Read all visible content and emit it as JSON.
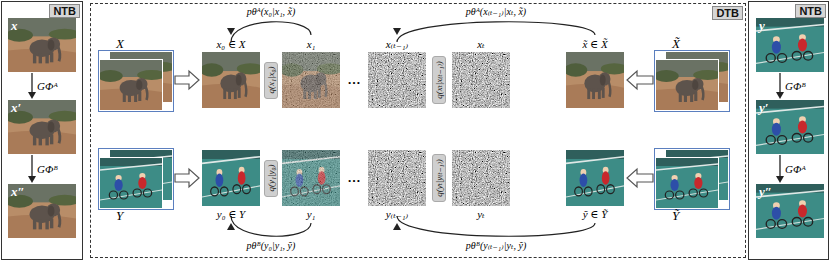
{
  "diagram": {
    "nodes": [
      {
        "text": [
          "NTB"
        ]
      },
      {
        "text": [
          "x"
        ],
        "in": 0
      },
      {
        "text": [
          "x′"
        ],
        "in": 0
      },
      {
        "text": [
          "x″"
        ],
        "in": 0
      },
      {
        "text": [
          "DTB"
        ]
      },
      {
        "text": [
          "X"
        ],
        "in": 4
      },
      {
        "text": [
          "x₀ ∈ X"
        ],
        "in": 4
      },
      {
        "text": [
          "q(x₁|x₀)"
        ],
        "in": 4
      },
      {
        "text": [
          "x₁"
        ],
        "in": 4
      },
      {
        "text": [
          "x₍ₜ₋₁₎"
        ],
        "in": 4
      },
      {
        "text": [
          "q(xₜ|x₍ₜ₋₁₎)"
        ],
        "in": 4
      },
      {
        "text": [
          "xₜ"
        ],
        "in": 4
      },
      {
        "text": [
          "x̃ ∈ X̃"
        ],
        "in": 4
      },
      {
        "text": [
          "X̃"
        ],
        "in": 4
      },
      {
        "text": [
          "Y"
        ],
        "in": 4
      },
      {
        "text": [
          "y₀ ∈ Y"
        ],
        "in": 4
      },
      {
        "text": [
          "q(y₁|y₀)"
        ],
        "in": 4
      },
      {
        "text": [
          "y₁"
        ],
        "in": 4
      },
      {
        "text": [
          "y₍ₜ₋₁₎"
        ],
        "in": 4
      },
      {
        "text": [
          "q(yₜ|y₍ₜ₋₁₎)"
        ],
        "in": 4
      },
      {
        "text": [
          "yₜ"
        ],
        "in": 4
      },
      {
        "text": [
          "ỹ ∈ Ỹ"
        ],
        "in": 4
      },
      {
        "text": [
          "Ỹ"
        ],
        "in": 4
      },
      {
        "text": [
          "NTB"
        ]
      },
      {
        "text": [
          "y"
        ],
        "in": 23
      },
      {
        "text": [
          "y′"
        ],
        "in": 23
      },
      {
        "text": [
          "y″"
        ],
        "in": 23
      }
    ],
    "edges": [
      {
        "from": 1,
        "to": 2,
        "label": "GΦᴬ",
        "arrow": "to"
      },
      {
        "from": 2,
        "to": 3,
        "label": "GΦᴮ",
        "arrow": "to"
      },
      {
        "from": 5,
        "to": 6,
        "arrow": "to"
      },
      {
        "from": 8,
        "to": 6,
        "label": "pθᴬ(x₀|x₁, x̃)",
        "arrow": "to"
      },
      {
        "from": 12,
        "to": 9,
        "label": "pθᴬ(x₍ₜ₋₁₎|xₜ, x̃)",
        "arrow": "to"
      },
      {
        "from": 13,
        "to": 12,
        "arrow": "to"
      },
      {
        "from": 14,
        "to": 15,
        "arrow": "to"
      },
      {
        "from": 17,
        "to": 15,
        "label": "pθᴮ(y₀|y₁, ỹ)",
        "arrow": "to"
      },
      {
        "from": 21,
        "to": 18,
        "label": "pθᴮ(y₍ₜ₋₁₎|yₜ, ỹ)",
        "arrow": "to"
      },
      {
        "from": 22,
        "to": 21,
        "arrow": "to"
      },
      {
        "from": 24,
        "to": 25,
        "label": "GΦᴮ",
        "arrow": "to"
      },
      {
        "from": 25,
        "to": 26,
        "label": "GΦᴬ",
        "arrow": "to"
      }
    ],
    "labels": [
      "…",
      "…"
    ]
  }
}
